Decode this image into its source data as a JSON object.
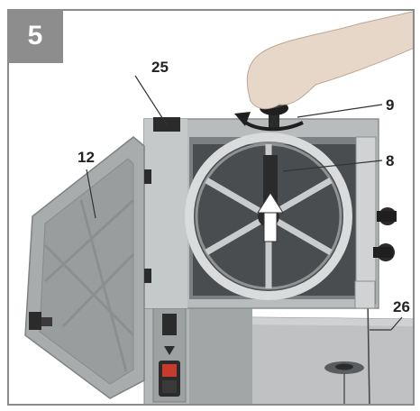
{
  "figure": {
    "step_number": "5",
    "callouts": {
      "door": "12",
      "frame": "25",
      "knob": "9",
      "wheel": "8",
      "table": "26"
    }
  },
  "colors": {
    "badge_bg": "#8d8d8d",
    "frame_border": "#8a8a8a",
    "saw_body": "#b9bcbd",
    "door": "#a9acad",
    "table": "#bfc1c2",
    "dark_parts": "#2b2b2b"
  },
  "icons": {
    "rotation_arrow": "curved-arrow-icon",
    "up_arrow": "up-arrow-icon",
    "power_switch": "power-switch-icon"
  }
}
